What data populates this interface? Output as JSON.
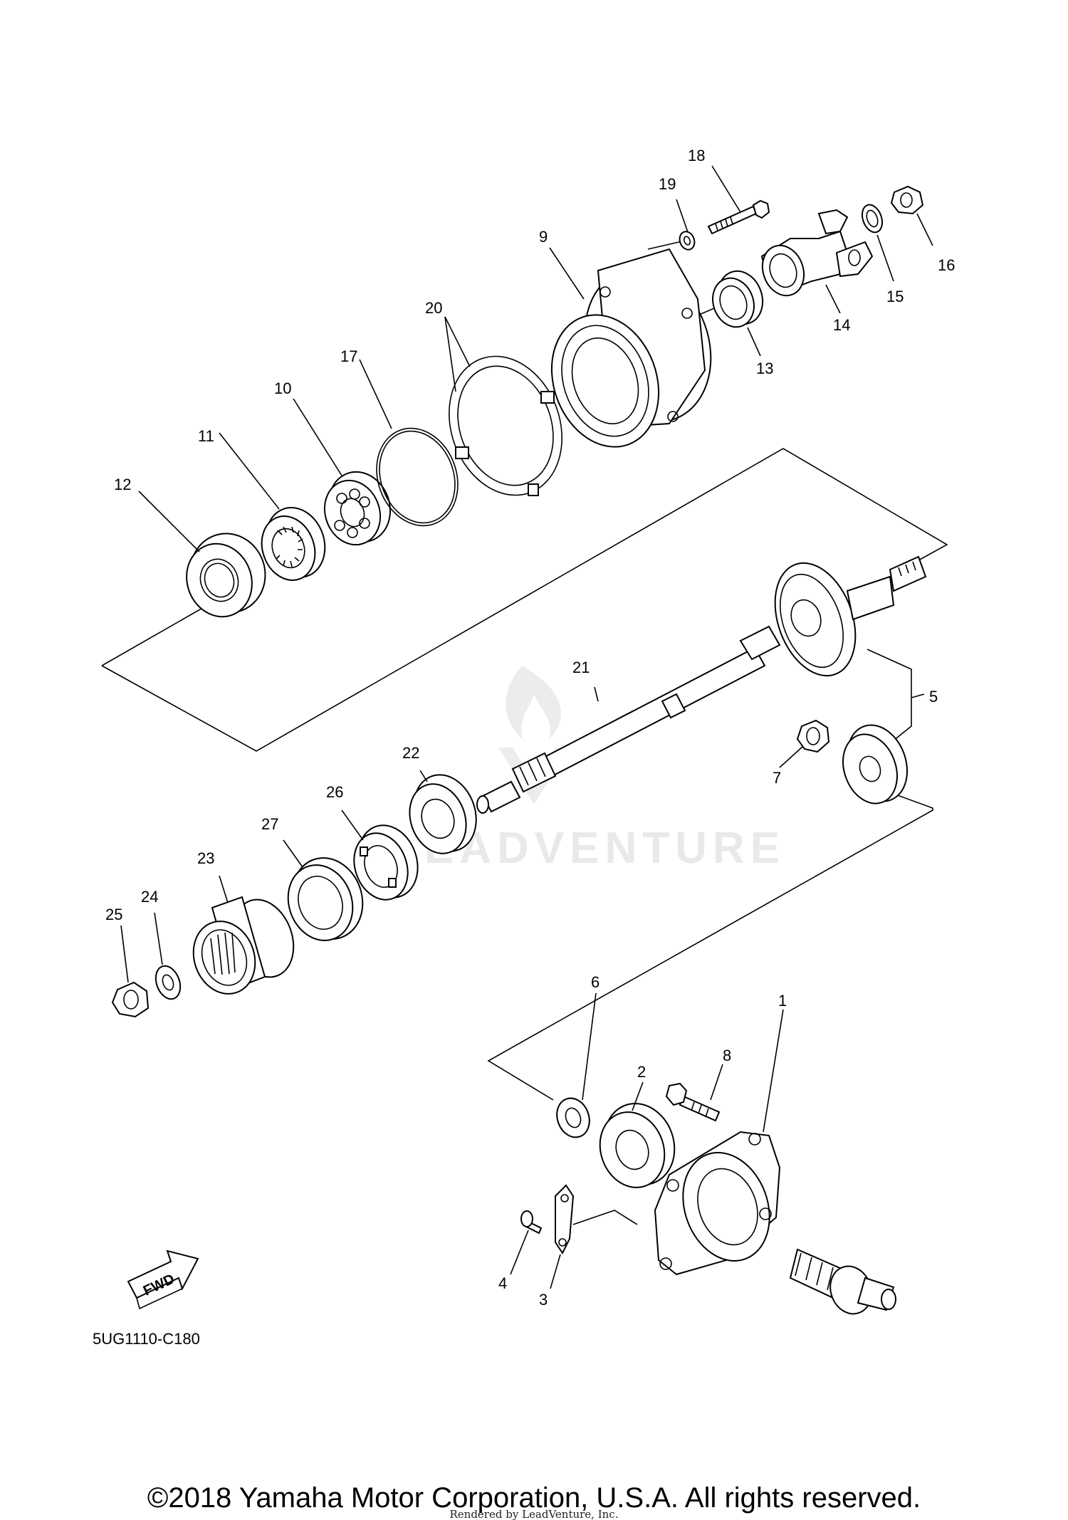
{
  "diagram": {
    "code": "5UG1110-C180",
    "fwd_label": "FWD",
    "watermark": "LEADVENTURE",
    "callouts": [
      "1",
      "2",
      "3",
      "4",
      "5",
      "6",
      "7",
      "8",
      "9",
      "10",
      "11",
      "12",
      "13",
      "14",
      "15",
      "16",
      "17",
      "18",
      "19",
      "20",
      "21",
      "22",
      "23",
      "24",
      "25",
      "26",
      "27"
    ]
  },
  "footer": {
    "copyright": "©2018 Yamaha Motor Corporation, U.S.A. All rights reserved.",
    "rendered_by": "Rendered by LeadVenture, Inc."
  }
}
